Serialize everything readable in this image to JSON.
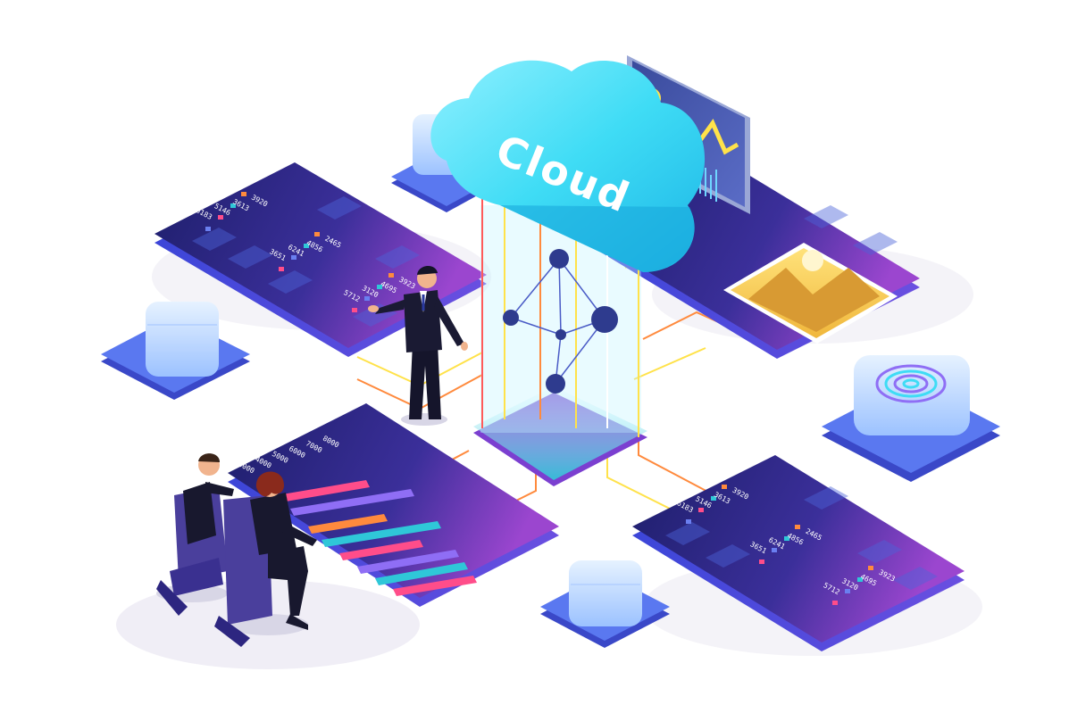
{
  "cloud": {
    "label": "Cloud"
  },
  "panels": {
    "top_left": {
      "values_a": [
        "3920",
        "3613",
        "5146",
        "6183"
      ],
      "values_b": [
        "2465",
        "4856",
        "6241",
        "3651"
      ],
      "values_c": [
        "3923",
        "4695",
        "3120",
        "5712"
      ]
    },
    "bottom_right": {
      "values_a": [
        "3920",
        "3613",
        "5146",
        "6183"
      ],
      "values_b": [
        "2465",
        "4856",
        "6241",
        "3651"
      ],
      "values_c": [
        "3923",
        "4695",
        "3120",
        "5712"
      ]
    },
    "bottom_left_chart": {
      "axis_ticks": [
        "8000",
        "7000",
        "6000",
        "5000",
        "4000",
        "3000"
      ]
    }
  },
  "colors": {
    "panel_dark": "#26247a",
    "panel_purple": "#8f3ec7",
    "cloud_cyan": "#3fdcf5",
    "beam_teal": "#2fc7d8",
    "node_navy": "#2e3b8e",
    "server_blue": "#5a78f0",
    "line_orange": "#ff8a3d",
    "line_yellow": "#ffe24a"
  },
  "icons": [
    "cloud-icon",
    "server-stack-icon",
    "fingerprint-icon",
    "image-icon",
    "bar-chart-icon",
    "line-chart-icon"
  ]
}
